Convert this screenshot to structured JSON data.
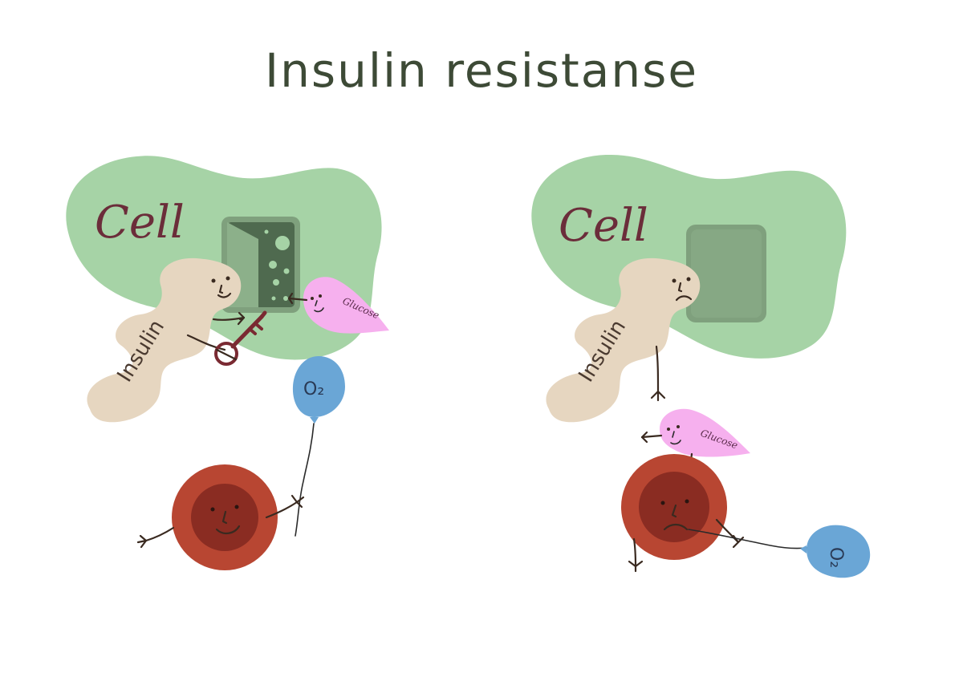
{
  "title": "Insulin resistanse",
  "panels": [
    {
      "cell_label": "Cell",
      "insulin_label": "Insulin",
      "glucose_label": "Glucose",
      "o2_label": "O₂",
      "door_state": "open"
    },
    {
      "cell_label": "Cell",
      "insulin_label": "Insulin",
      "glucose_label": "Glucose",
      "o2_label": "O₂",
      "door_state": "closed"
    }
  ],
  "colors": {
    "cell": "#a6d3a6",
    "door": "#5a7a5a",
    "door_closed": "#86a884",
    "insulin": "#e6d6c0",
    "glucose": "#f6b0ee",
    "balloon": "#6aa6d6",
    "blood_outer": "#b84632",
    "blood_inner": "#8a2c22"
  }
}
